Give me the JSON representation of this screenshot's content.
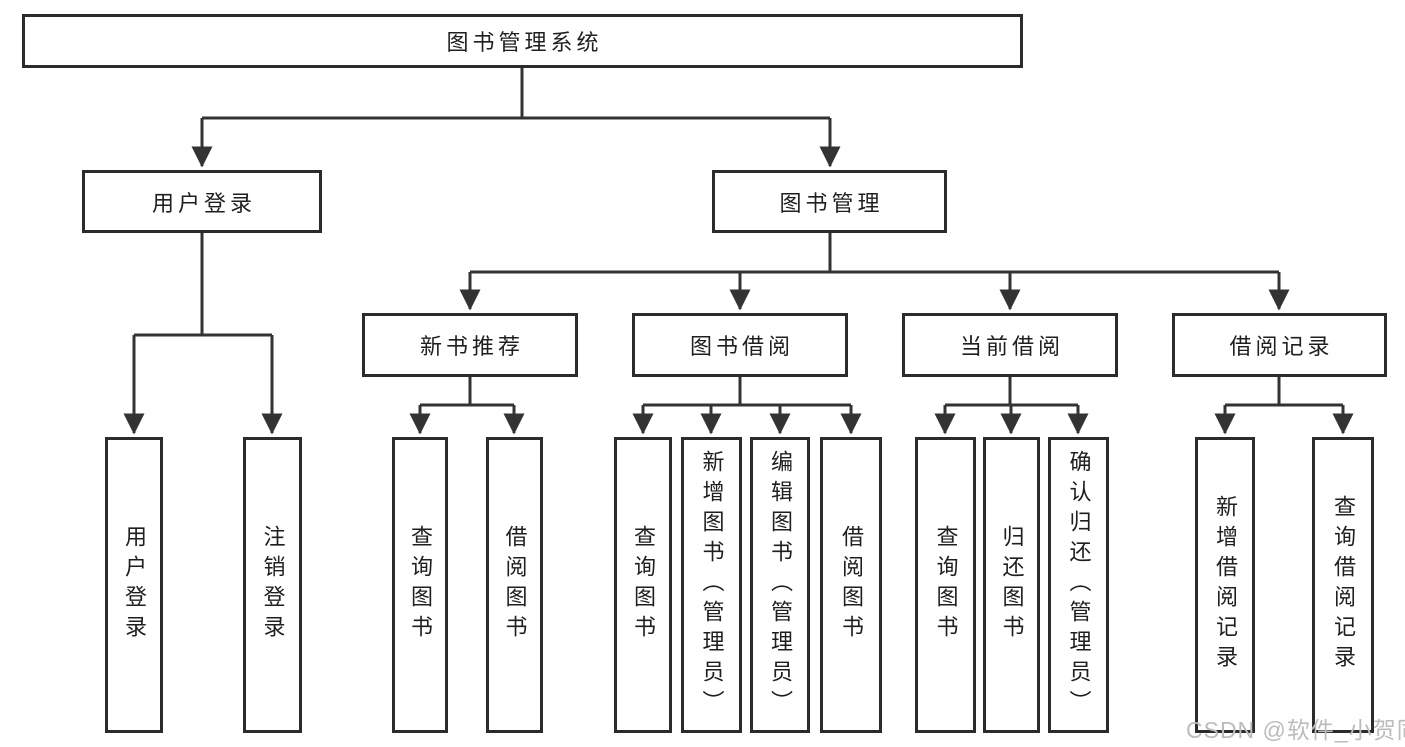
{
  "tree": {
    "label": "图书管理系统",
    "children": [
      {
        "label": "用户登录",
        "children": [
          {
            "label": "用户登录"
          },
          {
            "label": "注销登录"
          }
        ]
      },
      {
        "label": "图书管理",
        "children": [
          {
            "label": "新书推荐",
            "children": [
              {
                "label": "查询图书"
              },
              {
                "label": "借阅图书"
              }
            ]
          },
          {
            "label": "图书借阅",
            "children": [
              {
                "label": "查询图书"
              },
              {
                "label": "新增图书（管理员）"
              },
              {
                "label": "编辑图书（管理员）"
              },
              {
                "label": "借阅图书"
              }
            ]
          },
          {
            "label": "当前借阅",
            "children": [
              {
                "label": "查询图书"
              },
              {
                "label": "归还图书"
              },
              {
                "label": "确认归还（管理员）"
              }
            ]
          },
          {
            "label": "借阅记录",
            "children": [
              {
                "label": "新增借阅记录"
              },
              {
                "label": "查询借阅记录"
              }
            ]
          }
        ]
      }
    ]
  },
  "watermark": {
    "text": "CSDN @软件_小贺同学"
  },
  "colors": {
    "line": "#333333",
    "box_border": "#2b2b2b",
    "text": "#1f1f1f",
    "watermark": "#bcbcbc",
    "background": "#ffffff"
  }
}
